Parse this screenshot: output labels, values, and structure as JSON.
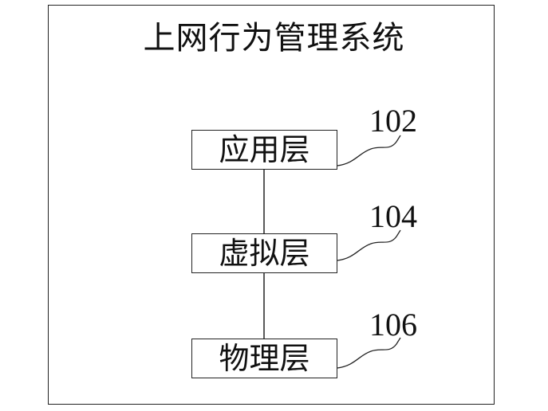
{
  "title": "上网行为管理系统",
  "layers": [
    {
      "label": "应用层",
      "ref": "102"
    },
    {
      "label": "虚拟层",
      "ref": "104"
    },
    {
      "label": "物理层",
      "ref": "106"
    }
  ]
}
